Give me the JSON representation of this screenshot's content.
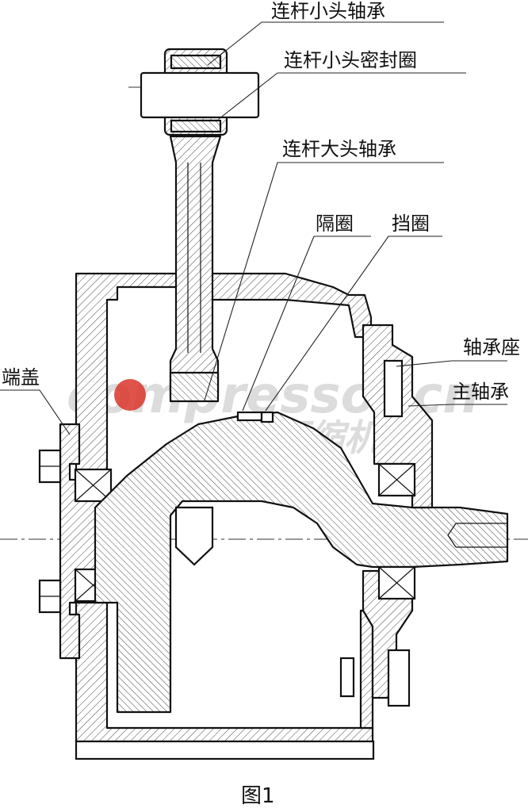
{
  "labels": {
    "small_end_bearing": "连杆小头轴承",
    "small_end_seal": "连杆小头密封圈",
    "big_end_bearing": "连杆大头轴承",
    "spacer": "隔圈",
    "retaining_ring": "挡圈",
    "bearing_seat": "轴承座",
    "end_cover": "端盖",
    "main_bearing": "主轴承"
  },
  "caption": "图1",
  "watermark": {
    "brand": "compressor.cn",
    "cn": "压缩机网",
    "accent_color": "#d9352b"
  }
}
